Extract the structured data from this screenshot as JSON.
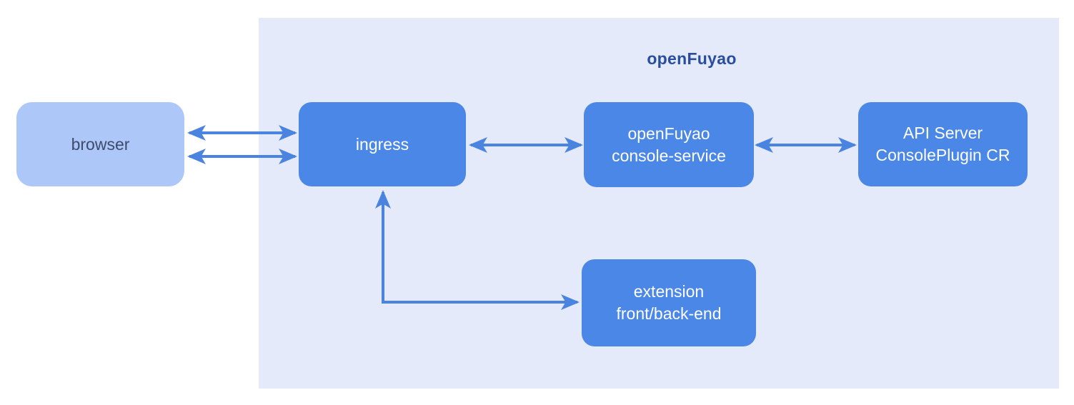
{
  "diagram": {
    "container_title": "openFuyao",
    "nodes": {
      "browser": {
        "line1": "browser"
      },
      "ingress": {
        "line1": "ingress"
      },
      "console_service": {
        "line1": "openFuyao",
        "line2": "console-service"
      },
      "api_server": {
        "line1": "API Server",
        "line2": "ConsolePlugin CR"
      },
      "extension": {
        "line1": "extension",
        "line2": "front/back-end"
      }
    },
    "edges": [
      {
        "from": "browser",
        "to": "ingress",
        "style": "bidirectional",
        "lane": "top"
      },
      {
        "from": "browser",
        "to": "ingress",
        "style": "bidirectional",
        "lane": "bottom"
      },
      {
        "from": "ingress",
        "to": "console_service",
        "style": "bidirectional"
      },
      {
        "from": "console_service",
        "to": "api_server",
        "style": "bidirectional"
      },
      {
        "from": "ingress",
        "to": "extension",
        "style": "bidirectional",
        "shape": "elbow"
      }
    ],
    "colors": {
      "canvas_bg": "#ffffff",
      "container_fill": "#e4eafa",
      "node_fill": "#4a87e6",
      "node_text": "#ffffff",
      "browser_fill": "#acc7f8",
      "browser_text": "#3e4c6c",
      "title_text": "#2a4d9e",
      "arrow": "#4a84e0"
    }
  }
}
